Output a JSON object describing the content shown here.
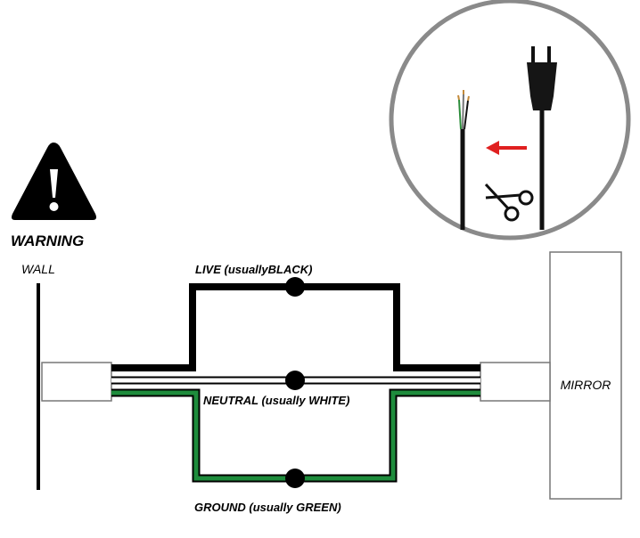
{
  "warning": {
    "label": "WARNING"
  },
  "wall": {
    "label": "WALL"
  },
  "mirror": {
    "label": "MIRROR"
  },
  "wires": {
    "live": {
      "label": "LIVE (usuallyBLACK)",
      "color": "#000000"
    },
    "neutral": {
      "label": "NEUTRAL (usually WHITE)",
      "color": "#ffffff",
      "outline": "#000000"
    },
    "ground": {
      "label": "GROUND (usually GREEN)",
      "color": "#1e8c3c"
    }
  },
  "inset": {
    "arrow_color": "#e02020",
    "circle_border": "#8a8a8a",
    "icons": [
      "power-plug-icon",
      "stripped-cable-icon",
      "scissors-icon",
      "arrow-left-icon"
    ]
  }
}
